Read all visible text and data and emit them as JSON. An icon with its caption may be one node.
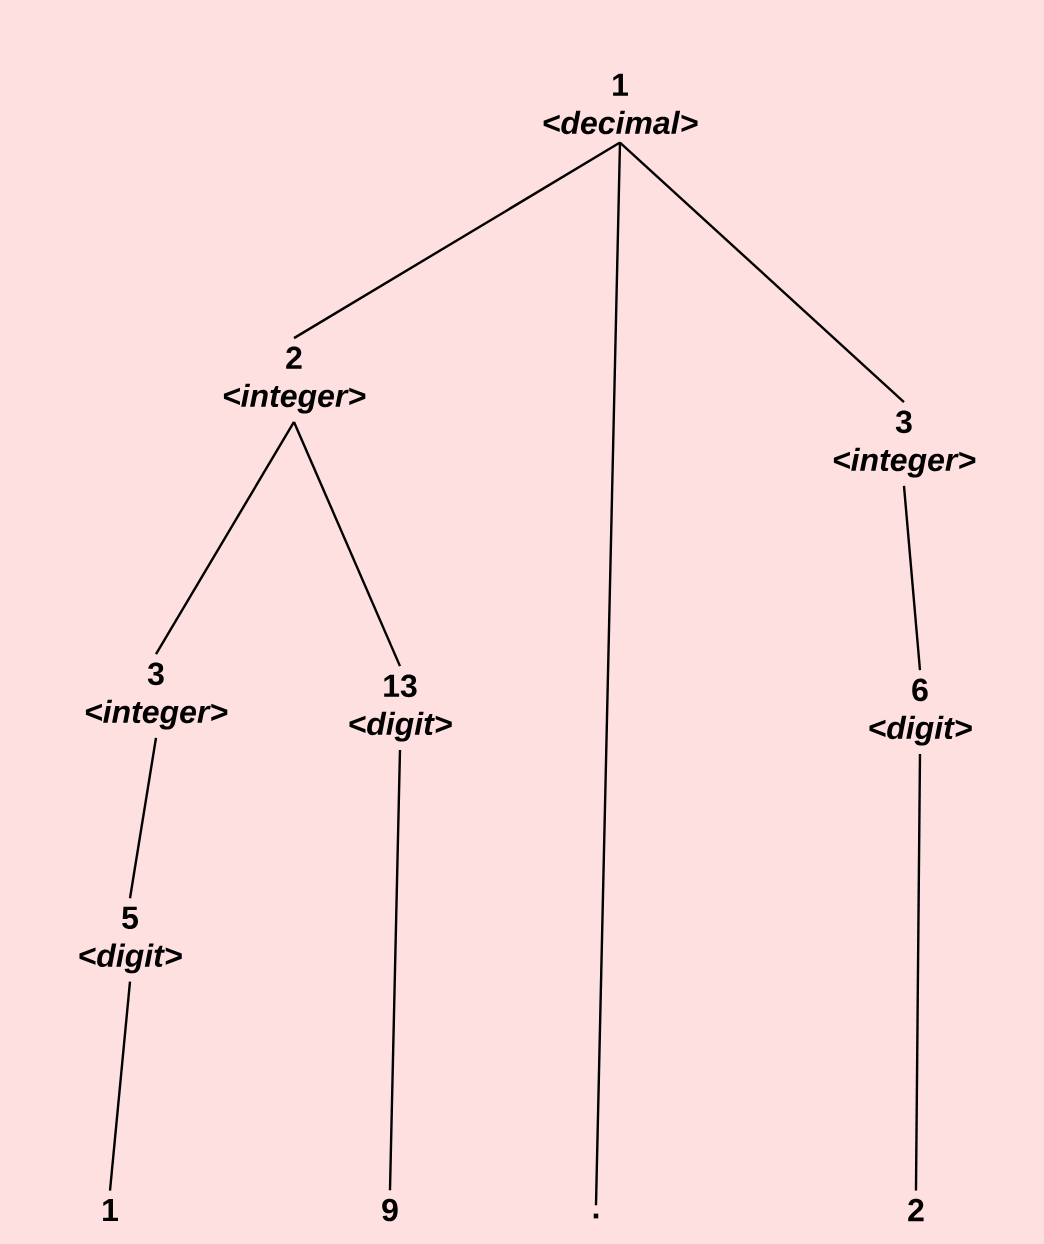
{
  "diagram": {
    "nodes": [
      {
        "text": [
          "1",
          "<decimal>"
        ]
      },
      {
        "text": [
          "2",
          "<integer>"
        ]
      },
      {
        "text": [
          "3",
          "<integer>"
        ]
      },
      {
        "text": [
          "3",
          "<integer>"
        ]
      },
      {
        "text": [
          "13",
          "<digit>"
        ]
      },
      {
        "text": [
          "6",
          "<digit>"
        ]
      },
      {
        "text": [
          "5",
          "<digit>"
        ]
      },
      {
        "text": [
          "1"
        ]
      },
      {
        "text": [
          "9"
        ]
      },
      {
        "text": [
          "."
        ]
      },
      {
        "text": [
          "2"
        ]
      }
    ],
    "edges": [
      {
        "from": 0,
        "to": 1,
        "arrow": "none"
      },
      {
        "from": 0,
        "to": 9,
        "arrow": "none"
      },
      {
        "from": 0,
        "to": 2,
        "arrow": "none"
      },
      {
        "from": 1,
        "to": 3,
        "arrow": "none"
      },
      {
        "from": 1,
        "to": 4,
        "arrow": "none"
      },
      {
        "from": 3,
        "to": 6,
        "arrow": "none"
      },
      {
        "from": 6,
        "to": 7,
        "arrow": "none"
      },
      {
        "from": 4,
        "to": 8,
        "arrow": "none"
      },
      {
        "from": 2,
        "to": 5,
        "arrow": "none"
      },
      {
        "from": 5,
        "to": 10,
        "arrow": "none"
      }
    ]
  }
}
